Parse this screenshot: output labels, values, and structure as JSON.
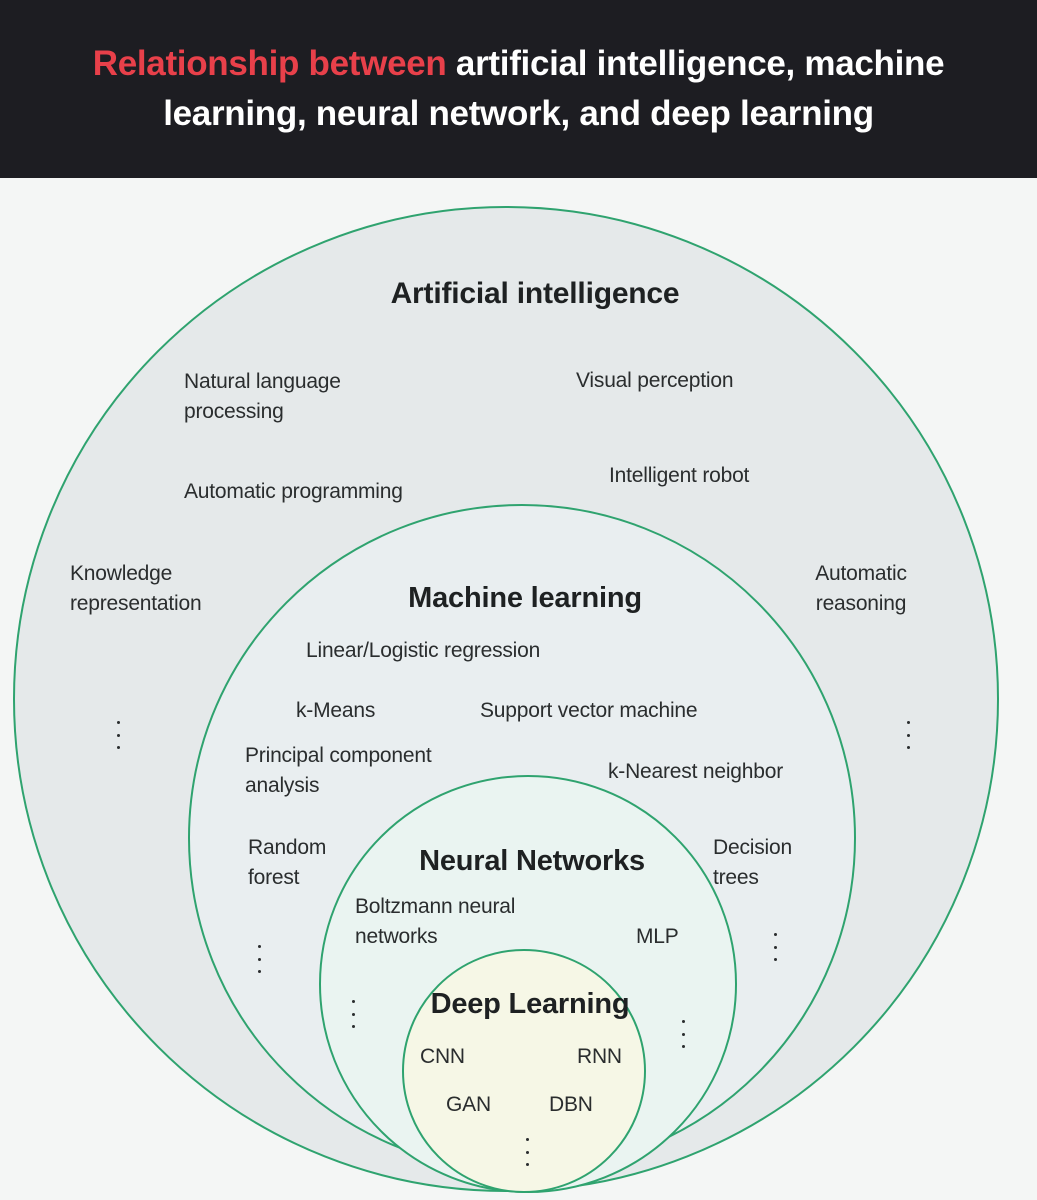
{
  "header": {
    "title_accent": "Relationship between",
    "title_line1_rest": " artificial intelligence, machine",
    "title_line2": "learning, neural network, and deep learning"
  },
  "colors": {
    "header_bg": "#1d1d22",
    "accent": "#e8404a",
    "circle_stroke": "#2fa36f",
    "ai_fill": "#e5e9ea",
    "ml_fill": "#e9eef0",
    "nn_fill": "#eaf4f1",
    "dl_fill": "#f6f7e6"
  },
  "ai": {
    "title": "Artificial intelligence",
    "items": {
      "nlp_1": "Natural language",
      "nlp_2": "processing",
      "visual": "Visual perception",
      "auto_prog": "Automatic programming",
      "robot": "Intelligent robot",
      "knowledge_1": "Knowledge",
      "knowledge_2": "representation",
      "reasoning_1": "Automatic",
      "reasoning_2": "reasoning"
    }
  },
  "ml": {
    "title": "Machine learning",
    "items": {
      "linear": "Linear/Logistic regression",
      "kmeans": "k-Means",
      "svm": "Support vector machine",
      "pca_1": "Principal component",
      "pca_2": "analysis",
      "knn": "k-Nearest neighbor",
      "rf_1": "Random",
      "rf_2": "forest",
      "dt_1": "Decision",
      "dt_2": "trees"
    }
  },
  "nn": {
    "title": "Neural Networks",
    "items": {
      "boltz_1": "Boltzmann neural",
      "boltz_2": "networks",
      "mlp": "MLP"
    }
  },
  "dl": {
    "title": "Deep Learning",
    "items": {
      "cnn": "CNN",
      "rnn": "RNN",
      "gan": "GAN",
      "dbn": "DBN"
    }
  }
}
